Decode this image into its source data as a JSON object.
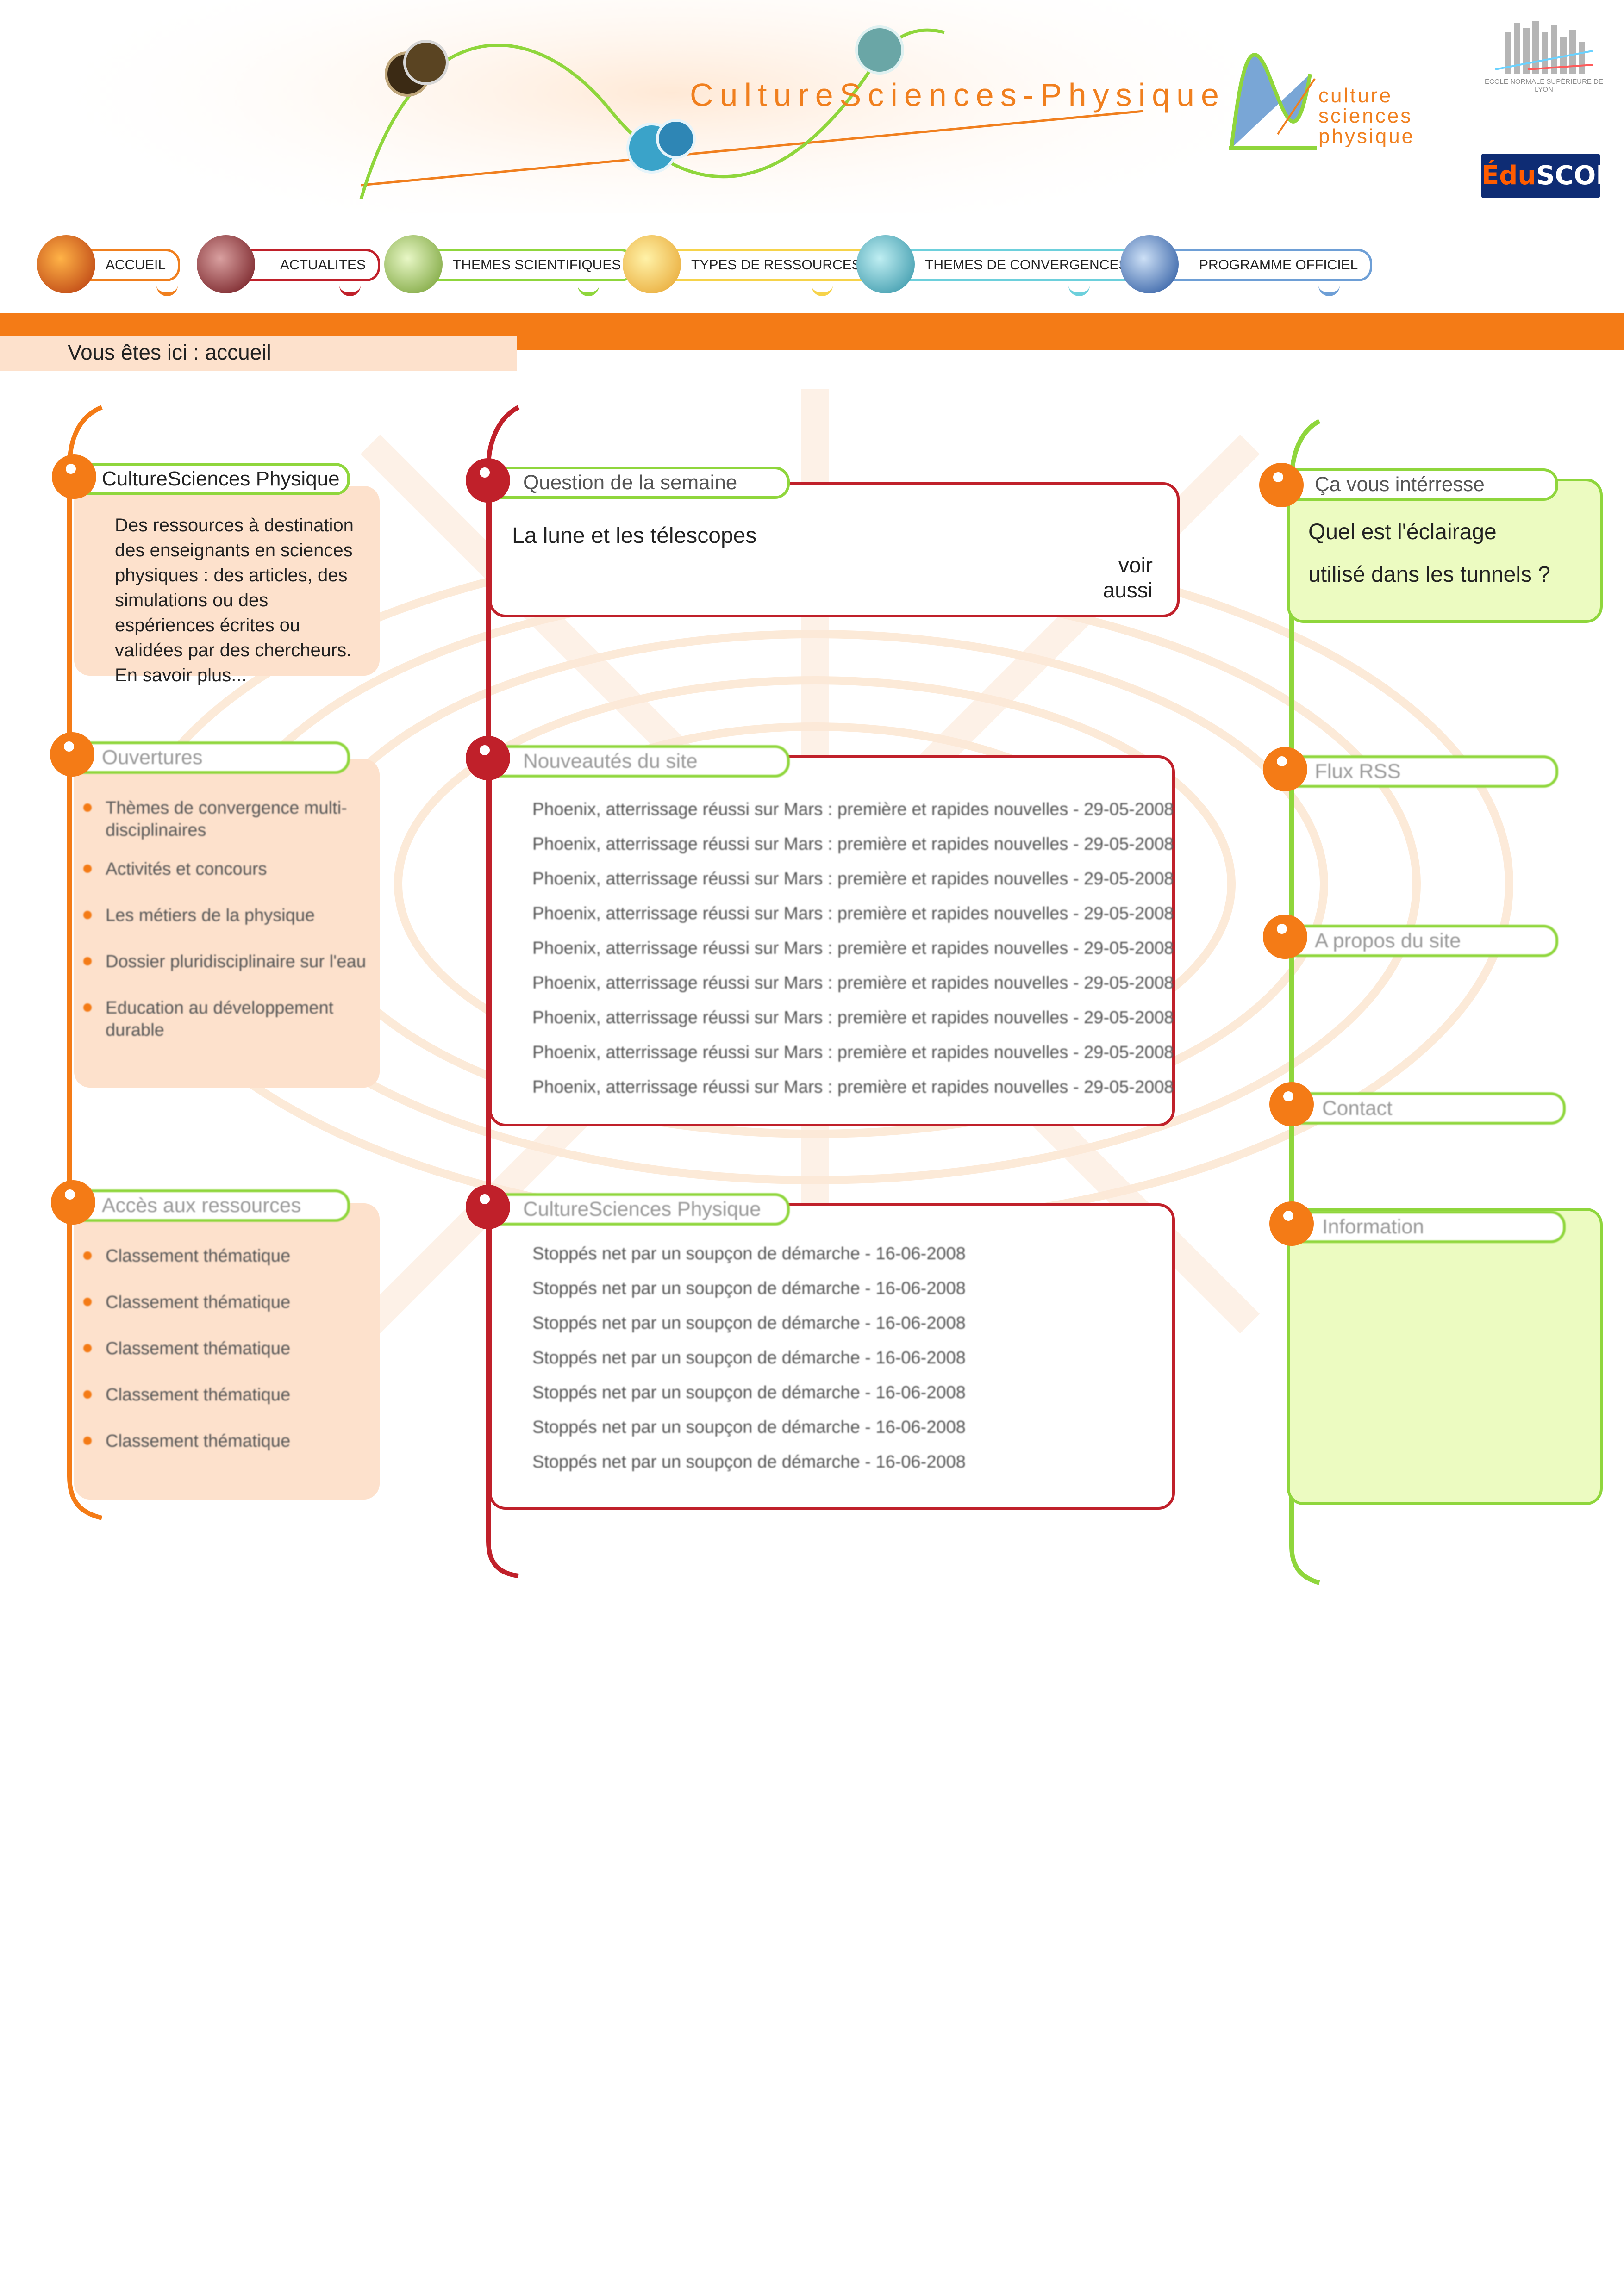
{
  "header": {
    "site_title": "CultureSciences-Physique",
    "logo_text": [
      "culture",
      "sciences",
      "physique"
    ],
    "ens_caption": "ÉCOLE NORMALE SUPÉRIEURE DE LYON",
    "eduscol": {
      "prefix": "Édu",
      "suffix": "SCOL"
    }
  },
  "nav": [
    {
      "label": "ACCUEIL",
      "color": "#f07f1e"
    },
    {
      "label": "ACTUALITES",
      "color": "#c0202a"
    },
    {
      "label": "THEMES SCIENTIFIQUES",
      "color": "#8fd63c"
    },
    {
      "label": "TYPES DE RESSOURCES",
      "color": "#f6d34a"
    },
    {
      "label": "THEMES DE CONVERGENCES",
      "color": "#6dd0dc"
    },
    {
      "label": "PROGRAMME OFFICIEL",
      "color": "#6e9fd6"
    }
  ],
  "breadcrumb": "Vous êtes ici : accueil",
  "left": {
    "intro_title": "CultureSciences Physique",
    "intro_text": "Des ressources à destination des enseignants en sciences physiques : des articles, des simulations ou des espériences écrites ou validées par des chercheurs. En savoir plus...",
    "openings_title": "Ouvertures",
    "openings": [
      "Thèmes de convergence multi-disciplinaires",
      "Activités et concours",
      "Les métiers de la physique",
      "Dossier pluridisciplinaire sur l'eau",
      "Education au développement durable"
    ],
    "access_title": "Accès aux ressources",
    "access": [
      "Classement thématique",
      "Classement thématique",
      "Classement thématique",
      "Classement thématique",
      "Classement thématique"
    ]
  },
  "middle": {
    "question_title": "Question de la semaine",
    "question_text": "La lune et les télescopes",
    "question_link": "voir aussi",
    "news_title": "Nouveautés du site",
    "news": [
      "Phoenix, atterrissage réussi sur Mars : première et rapides nouvelles - 29-05-2008",
      "Phoenix, atterrissage réussi sur Mars : première et rapides nouvelles - 29-05-2008",
      "Phoenix, atterrissage réussi sur Mars : première et rapides nouvelles - 29-05-2008",
      "Phoenix, atterrissage réussi sur Mars : première et rapides nouvelles - 29-05-2008",
      "Phoenix, atterrissage réussi sur Mars : première et rapides nouvelles - 29-05-2008",
      "Phoenix, atterrissage réussi sur Mars : première et rapides nouvelles - 29-05-2008",
      "Phoenix, atterrissage réussi sur Mars : première et rapides nouvelles - 29-05-2008",
      "Phoenix, atterrissage réussi sur Mars : première et rapides nouvelles - 29-05-2008",
      "Phoenix, atterrissage réussi sur Mars : première et rapides nouvelles - 29-05-2008"
    ],
    "csp_title": "CultureSciences Physique",
    "csp_items": [
      "Stoppés net par un soupçon de démarche - 16-06-2008",
      "Stoppés net par un soupçon de démarche - 16-06-2008",
      "Stoppés net par un soupçon de démarche - 16-06-2008",
      "Stoppés net par un soupçon de démarche - 16-06-2008",
      "Stoppés net par un soupçon de démarche - 16-06-2008",
      "Stoppés net par un soupçon de démarche - 16-06-2008",
      "Stoppés net par un soupçon de démarche - 16-06-2008"
    ]
  },
  "right": {
    "interest_title": "Ça vous intérresse",
    "interest_text": [
      "Quel est l'éclairage",
      "utilisé dans les tunnels ?"
    ],
    "rss_title": "Flux RSS",
    "about_title": "A propos du site",
    "contact_title": "Contact",
    "info_title": "Information"
  },
  "colors": {
    "orange": "#f47b16",
    "red": "#c0202a",
    "green": "#8fd63c",
    "left_box": "#fde1cc",
    "right_box": "#ecfbc1"
  }
}
